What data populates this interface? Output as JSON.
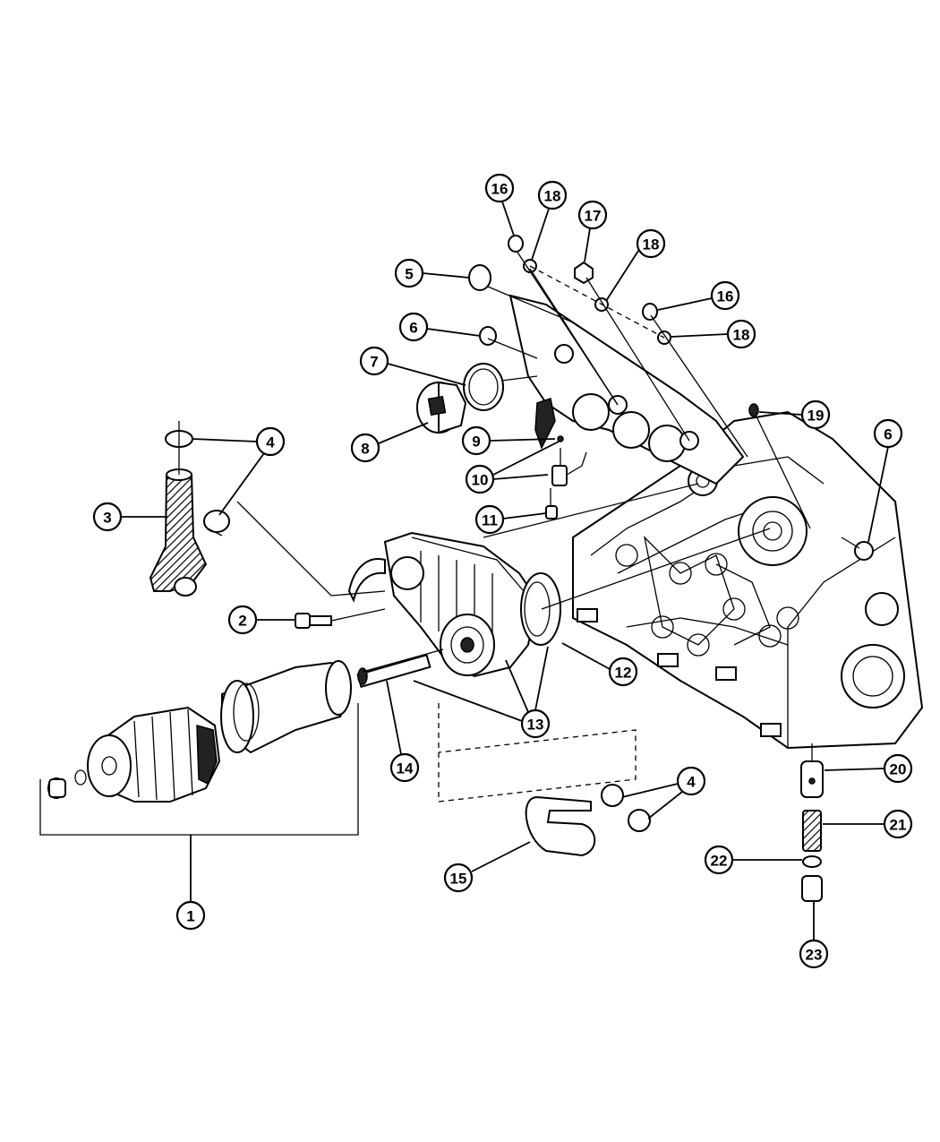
{
  "callouts": [
    {
      "label": "1"
    },
    {
      "label": "2"
    },
    {
      "label": "3"
    },
    {
      "label": "4"
    },
    {
      "label": "4"
    },
    {
      "label": "5"
    },
    {
      "label": "6"
    },
    {
      "label": "6"
    },
    {
      "label": "7"
    },
    {
      "label": "8"
    },
    {
      "label": "9"
    },
    {
      "label": "10"
    },
    {
      "label": "11"
    },
    {
      "label": "12"
    },
    {
      "label": "13"
    },
    {
      "label": "14"
    },
    {
      "label": "15"
    },
    {
      "label": "16"
    },
    {
      "label": "16"
    },
    {
      "label": "17"
    },
    {
      "label": "18"
    },
    {
      "label": "18"
    },
    {
      "label": "18"
    },
    {
      "label": "19"
    },
    {
      "label": "20"
    },
    {
      "label": "21"
    },
    {
      "label": "22"
    },
    {
      "label": "23"
    }
  ]
}
